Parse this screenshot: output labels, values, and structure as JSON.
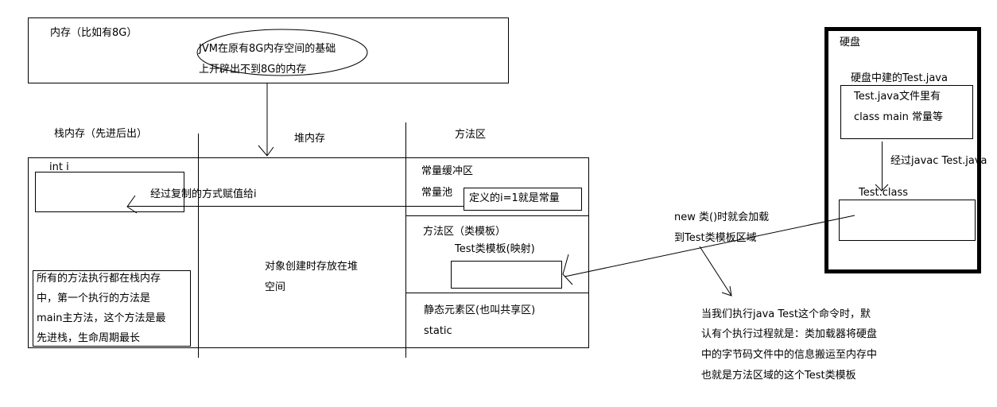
{
  "memory": {
    "title": "内存（比如有8G）",
    "jvm_line1": "JVM在原有8G内存空间的基础",
    "jvm_line2": "上开辟出不到8G的内存"
  },
  "stack": {
    "title": "栈内存（先进后出）",
    "var": "int i",
    "assign_note": "经过复制的方式赋值给i",
    "note_lines": [
      "所有的方法执行都在栈内存",
      "中，第一个执行的方法是",
      "main主方法，这个方法是最",
      "先进栈，生命周期最长"
    ]
  },
  "heap": {
    "title": "堆内存",
    "note_line1": "对象创建时存放在堆",
    "note_line2": "空间"
  },
  "method_area": {
    "title": "方法区",
    "constant_buffer": "常量缓冲区",
    "constant_pool": "常量池",
    "constant_def": "定义的i=1就是常量",
    "class_template_title": "方法区（类模板）",
    "test_template": "Test类模板(映射)",
    "static_area": "静态元素区(也叫共享区)",
    "static_kw": "static"
  },
  "disk": {
    "title": "硬盘",
    "java_file_title": "硬盘中建的Test.java",
    "java_file_line1": "Test.java文件里有",
    "java_file_line2": "class main 常量等",
    "compile_note": "经过javac Test.java",
    "class_file": "Test.class"
  },
  "load_note": {
    "line1": "new 类()时就会加载",
    "line2": "到Test类模板区域"
  },
  "exec_note": {
    "lines": [
      "当我们执行java Test这个命令时，默",
      "认有个执行过程就是：类加载器将硬盘",
      "中的字节码文件中的信息搬运至内存中",
      "也就是方法区域的这个Test类模板"
    ]
  }
}
